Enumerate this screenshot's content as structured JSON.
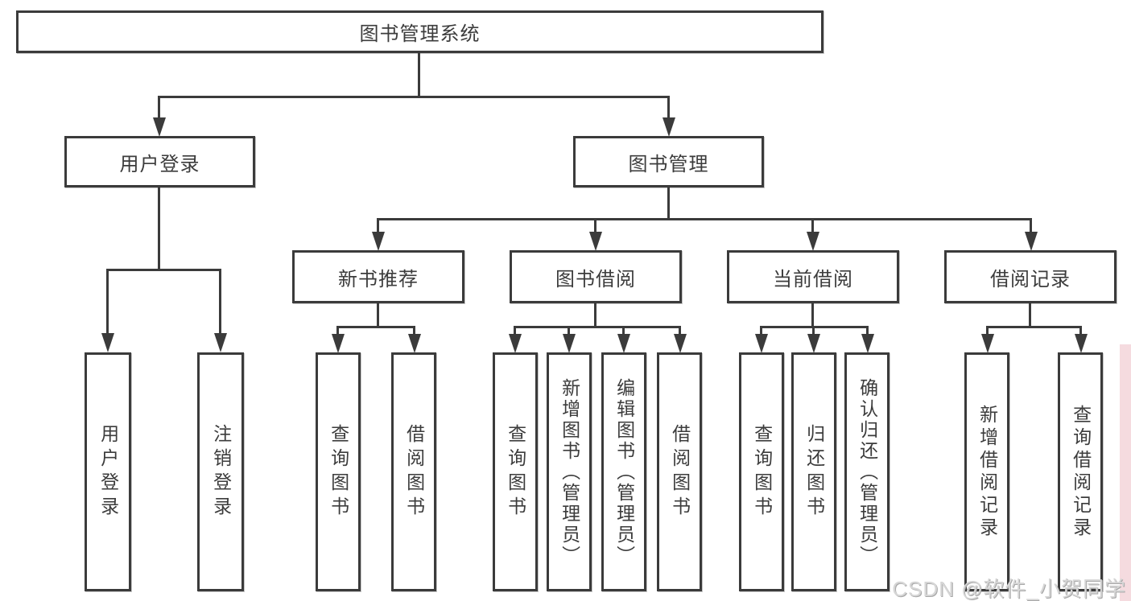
{
  "diagram": {
    "root": {
      "label": "图书管理系统"
    },
    "level2": [
      {
        "label": "用户登录"
      },
      {
        "label": "图书管理"
      }
    ],
    "level3": [
      {
        "label": "新书推荐"
      },
      {
        "label": "图书借阅"
      },
      {
        "label": "当前借阅"
      },
      {
        "label": "借阅记录"
      }
    ],
    "leaves": {
      "user_login": [
        {
          "label": "用户登录"
        },
        {
          "label": "注销登录"
        }
      ],
      "new_book": [
        {
          "label": "查询图书"
        },
        {
          "label": "借阅图书"
        }
      ],
      "book_borrow": [
        {
          "label": "查询图书"
        },
        {
          "label": "新增图书（管理员）"
        },
        {
          "label": "编辑图书（管理员）"
        },
        {
          "label": "借阅图书"
        }
      ],
      "current_borrow": [
        {
          "label": "查询图书"
        },
        {
          "label": "归还图书"
        },
        {
          "label": "确认归还（管理员）"
        }
      ],
      "borrow_record": [
        {
          "label": "新增借阅记录"
        },
        {
          "label": "查询借阅记录"
        }
      ]
    },
    "watermark": "CSDN @软件_小贺同学",
    "colors": {
      "line": "#3b3b3b",
      "box_fill": "#ffffff",
      "text": "#3c3c3c",
      "watermark_text": "#d6d6d6",
      "accent_pink": "#f5dbdf"
    }
  }
}
